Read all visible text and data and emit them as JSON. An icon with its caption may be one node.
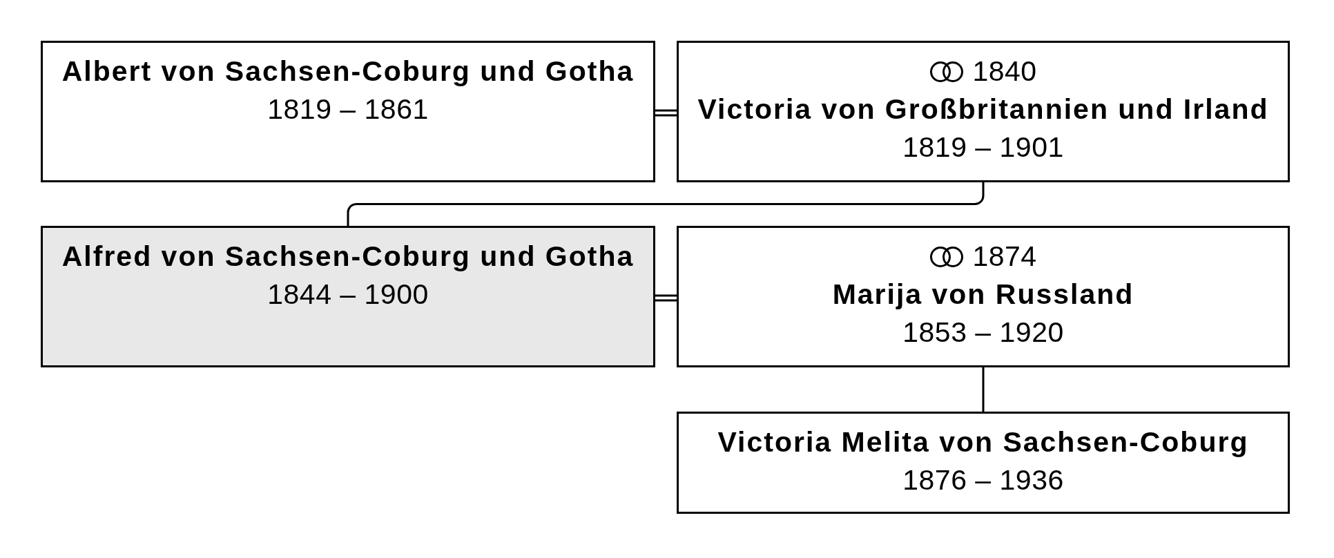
{
  "diagram": {
    "nodes": [
      {
        "text": [
          "Albert von Sachsen-Coburg und Gotha",
          "1819 – 1861"
        ]
      },
      {
        "text": [
          "1840",
          "Victoria von Großbritannien und Irland",
          "1819 – 1901"
        ]
      },
      {
        "text": [
          "Alfred von Sachsen-Coburg und Gotha",
          "1844 – 1900"
        ]
      },
      {
        "text": [
          "1874",
          "Marija von Russland",
          "1853 – 1920"
        ]
      },
      {
        "text": [
          "Victoria Melita von Sachsen-Coburg",
          "1876 – 1936"
        ]
      }
    ],
    "edges": [
      {
        "from": 0,
        "to": 1,
        "arrow": "none"
      },
      {
        "from": 1,
        "to": 2,
        "arrow": "none"
      },
      {
        "from": 2,
        "to": 3,
        "arrow": "none"
      },
      {
        "from": 3,
        "to": 4,
        "arrow": "none"
      }
    ]
  }
}
